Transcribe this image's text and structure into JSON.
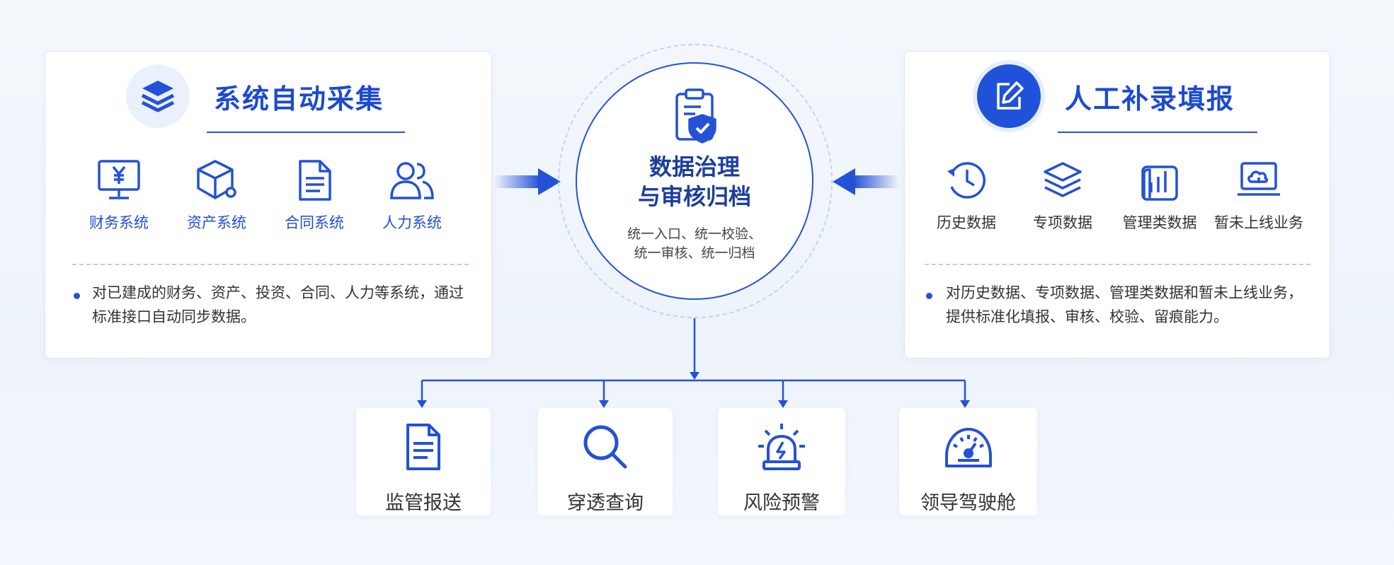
{
  "left_panel": {
    "title": "系统自动采集",
    "icon": "layers-icon",
    "items": [
      {
        "label": "财务系统",
        "icon": "finance-monitor-icon"
      },
      {
        "label": "资产系统",
        "icon": "asset-cube-icon"
      },
      {
        "label": "合同系统",
        "icon": "contract-document-icon"
      },
      {
        "label": "人力系统",
        "icon": "people-icon"
      }
    ],
    "description": "对已建成的财务、资产、投资、合同、人力等系统，通过标准接口自动同步数据。"
  },
  "center": {
    "icon": "clipboard-shield-icon",
    "title_line1": "数据治理",
    "title_line2": "与审核归档",
    "subtitle": "统一入口、统一校验、统一审核、统一归档"
  },
  "right_panel": {
    "title": "人工补录填报",
    "icon": "edit-icon",
    "items": [
      {
        "label": "历史数据",
        "icon": "history-clock-icon"
      },
      {
        "label": "专项数据",
        "icon": "layers-icon"
      },
      {
        "label": "管理类数据",
        "icon": "bar-chart-icon"
      },
      {
        "label": "暂未上线业务",
        "icon": "cloud-laptop-icon"
      }
    ],
    "description": "对历史数据、专项数据、管理类数据和暂未上线业务，提供标准化填报、审核、校验、留痕能力。"
  },
  "outputs": [
    {
      "label": "监管报送",
      "icon": "report-document-icon"
    },
    {
      "label": "穿透查询",
      "icon": "search-icon"
    },
    {
      "label": "风险预警",
      "icon": "alarm-light-icon"
    },
    {
      "label": "领导驾驶舱",
      "icon": "dashboard-gauge-icon"
    }
  ],
  "colors": {
    "primary": "#2452d6",
    "title_blue": "#1c4ad0",
    "dark_blue": "#1c3e9e",
    "background": "#f1f6fc"
  }
}
